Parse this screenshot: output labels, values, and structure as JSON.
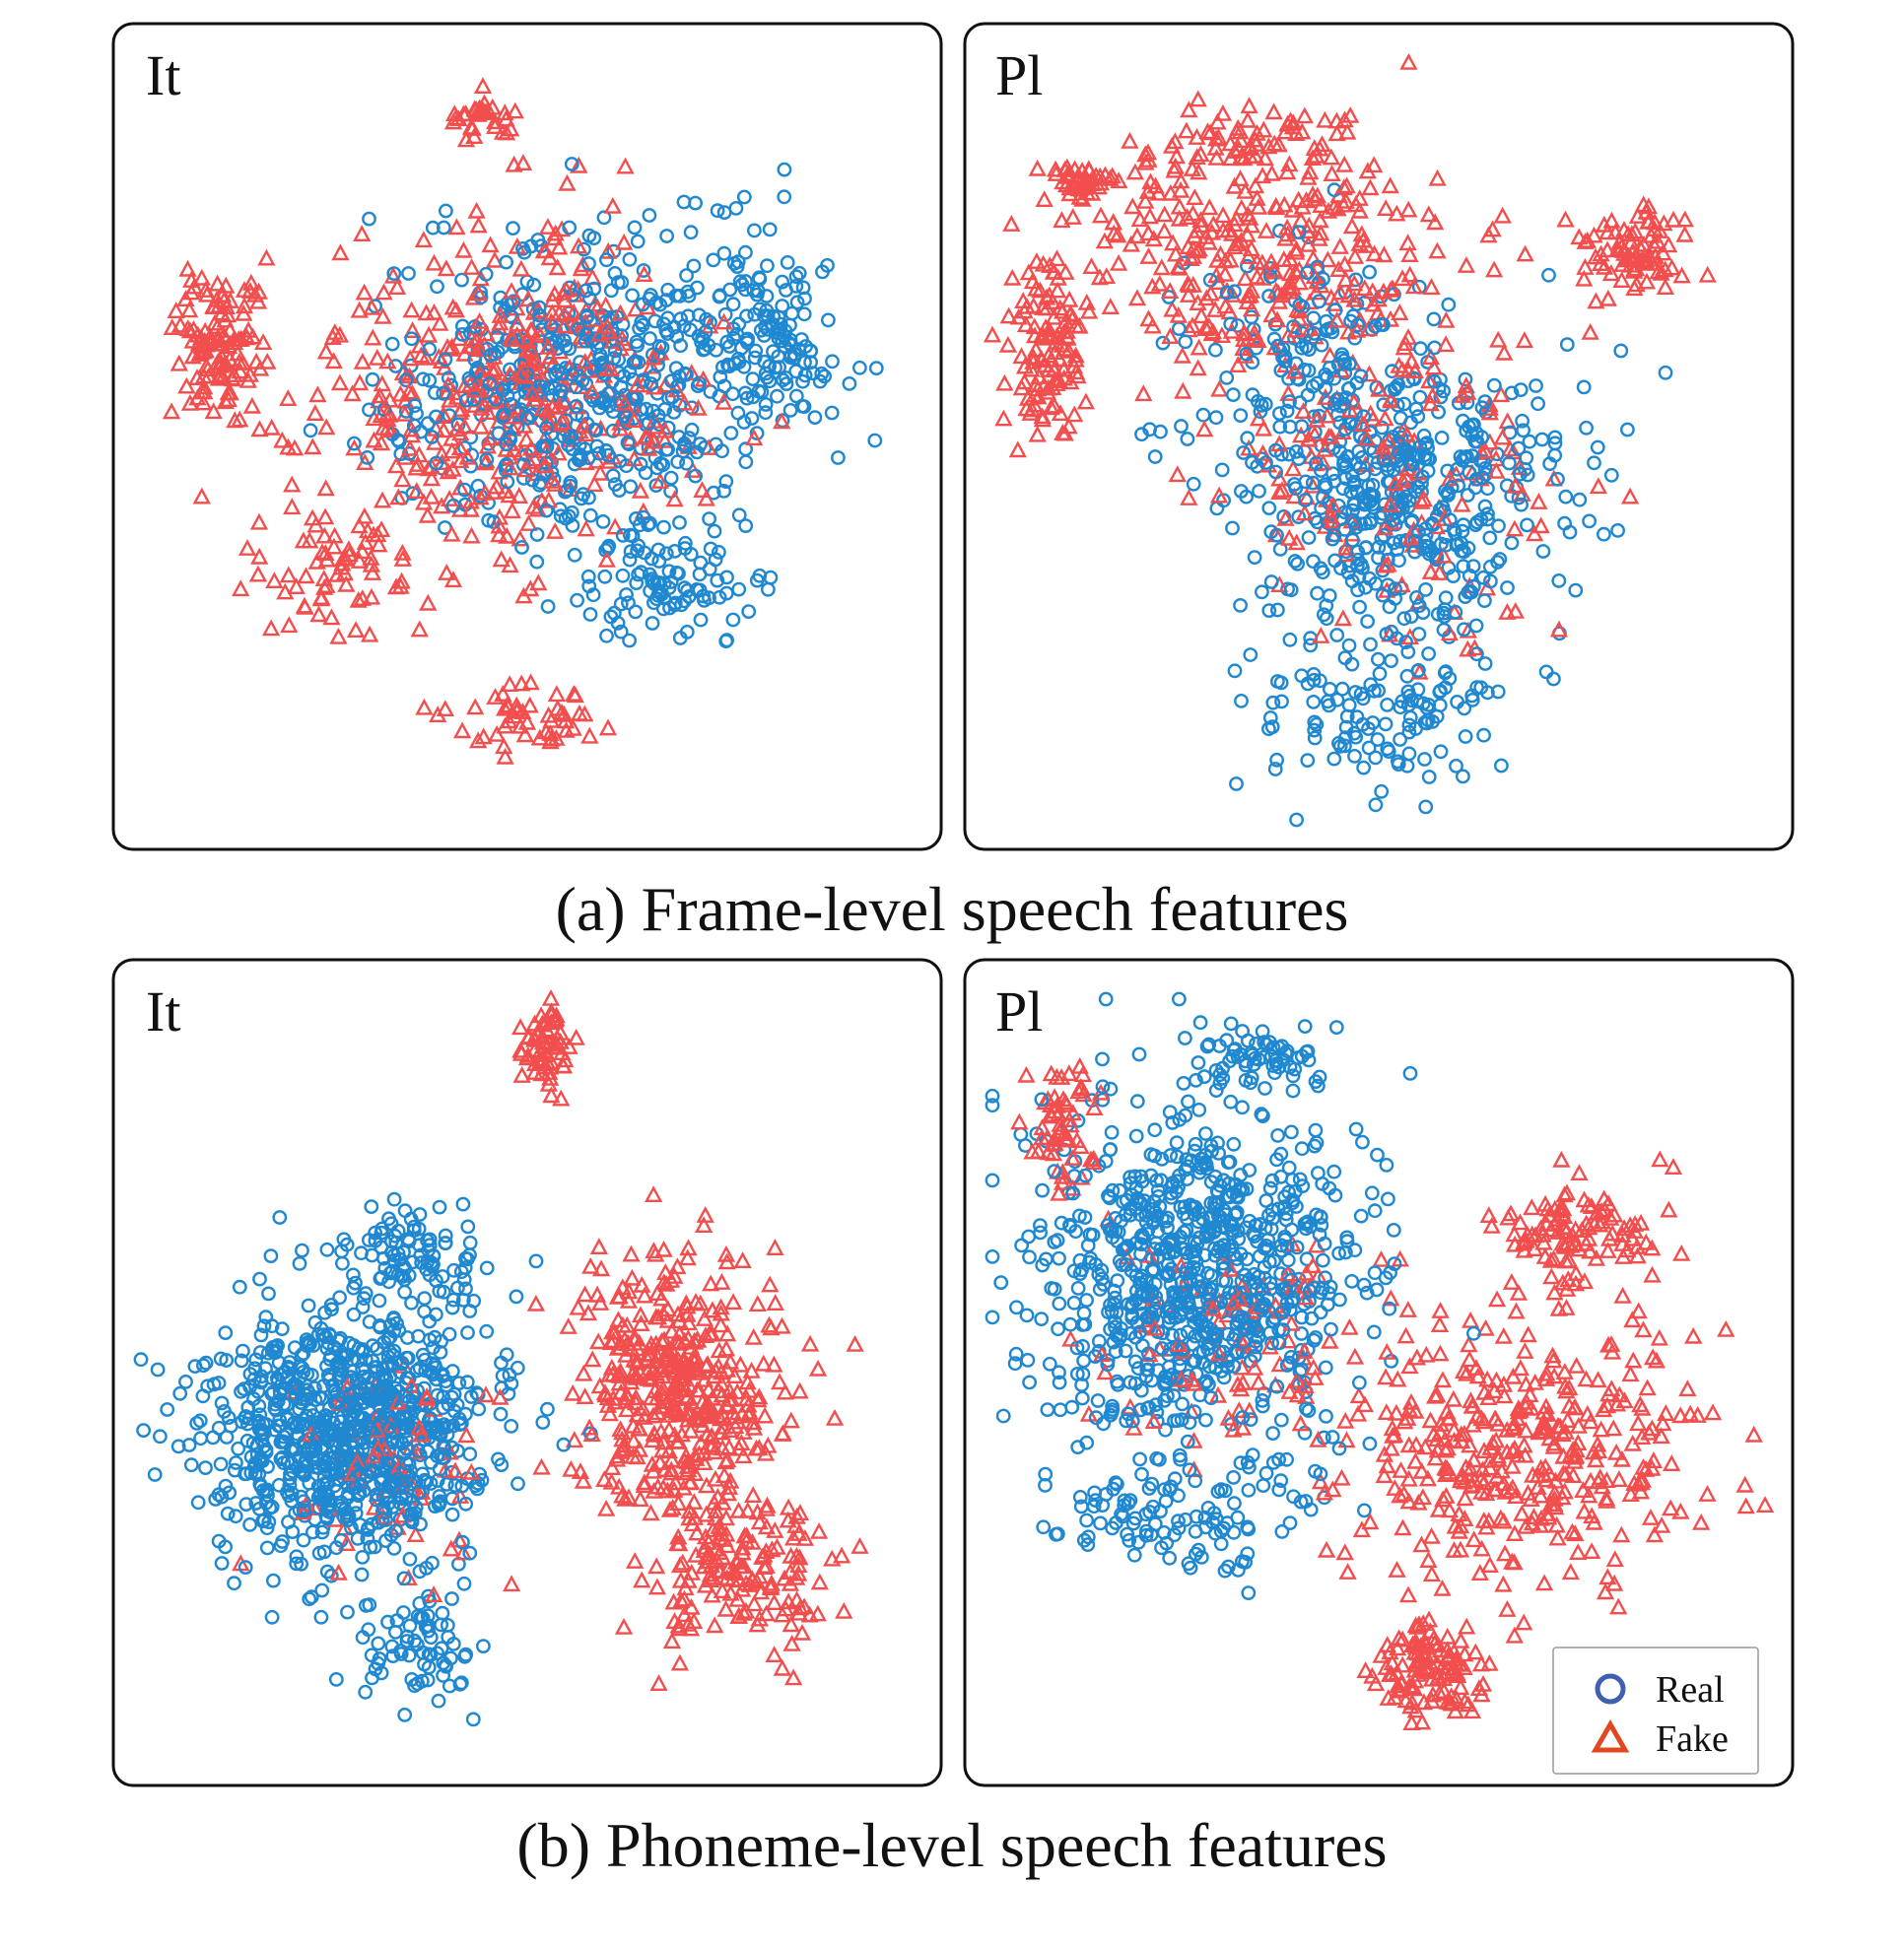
{
  "colors": {
    "real": "#1f88d0",
    "fake": "#f24e4e",
    "legend_real": "#3f5fb0",
    "legend_fake": "#e0481f"
  },
  "captions": {
    "a": "(a) Frame-level speech features",
    "b": "(b) Phoneme-level speech features"
  },
  "legend": {
    "real_label": "Real",
    "fake_label": "Fake"
  },
  "chart_data": [
    {
      "type": "scatter",
      "panel": "It",
      "group": "(a) Frame-level speech features",
      "series": [
        {
          "name": "Real",
          "marker": "circle-open",
          "distribution": "roughly uniform blob covering the center and right of the projection, heavily interleaved with Fake"
        },
        {
          "name": "Fake",
          "marker": "triangle-open",
          "distribution": "interleaved with Real, denser on the left edge and bottom of the cloud"
        }
      ],
      "separation": "mixed"
    },
    {
      "type": "scatter",
      "panel": "Pl",
      "group": "(a) Frame-level speech features",
      "series": [
        {
          "name": "Real",
          "marker": "circle-open",
          "distribution": "concentrated in the lower-center of the cloud"
        },
        {
          "name": "Fake",
          "marker": "triangle-open",
          "distribution": "arc across the top, upper-left and upper-right, mixed with Real in the middle"
        }
      ],
      "separation": "mixed"
    },
    {
      "type": "scatter",
      "panel": "It",
      "group": "(b) Phoneme-level speech features",
      "series": [
        {
          "name": "Real",
          "marker": "circle-open",
          "distribution": "large round cluster on the left side"
        },
        {
          "name": "Fake",
          "marker": "triangle-open",
          "distribution": "separate clusters on the right side and upper-right"
        }
      ],
      "separation": "clear"
    },
    {
      "type": "scatter",
      "panel": "Pl",
      "group": "(b) Phoneme-level speech features",
      "series": [
        {
          "name": "Real",
          "marker": "circle-open",
          "distribution": "large cluster on the left and center"
        },
        {
          "name": "Fake",
          "marker": "triangle-open",
          "distribution": "clusters on the right side and bottom-center, small group at upper-left"
        }
      ],
      "separation": "clear"
    }
  ]
}
